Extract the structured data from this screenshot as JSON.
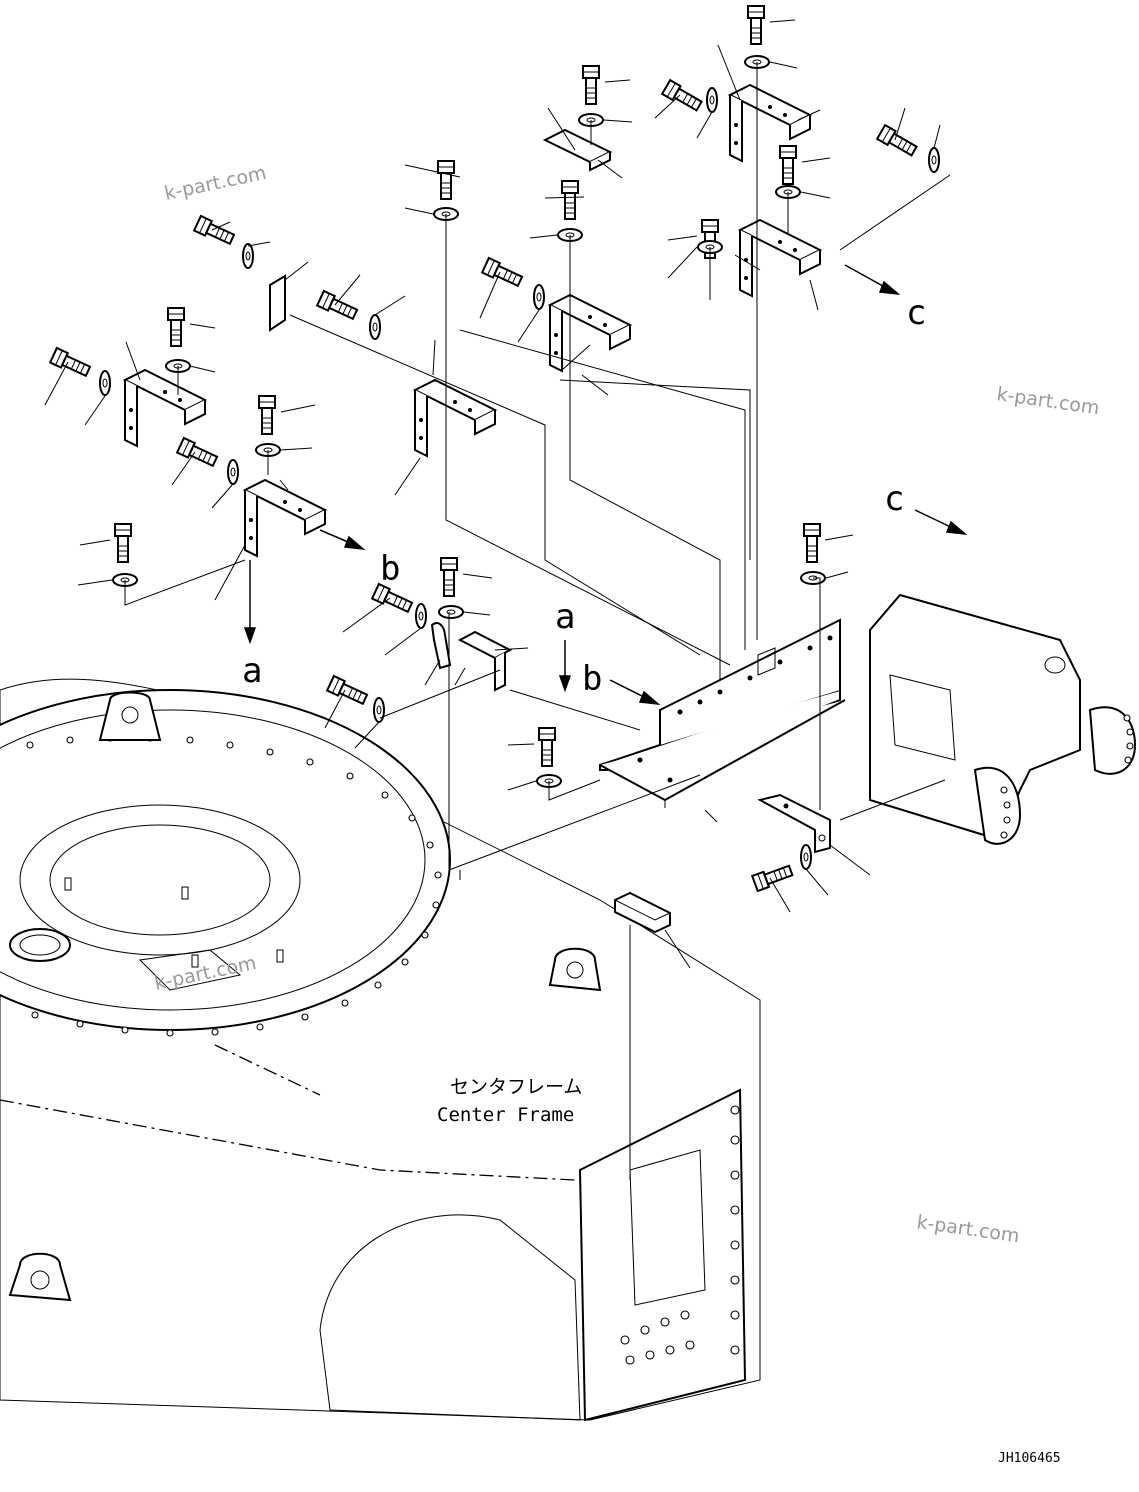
{
  "watermarks": [
    "k-part.com",
    "k-part.com",
    "k-part.com",
    "k-part.com"
  ],
  "view_refs": {
    "a_left": "a",
    "a_center": "a",
    "b_left": "b",
    "b_center": "b",
    "c_right_top": "c",
    "c_right_mid": "c"
  },
  "caption": {
    "japanese": "センタフレーム",
    "english": "Center Frame"
  },
  "drawing_code": "JH106465"
}
